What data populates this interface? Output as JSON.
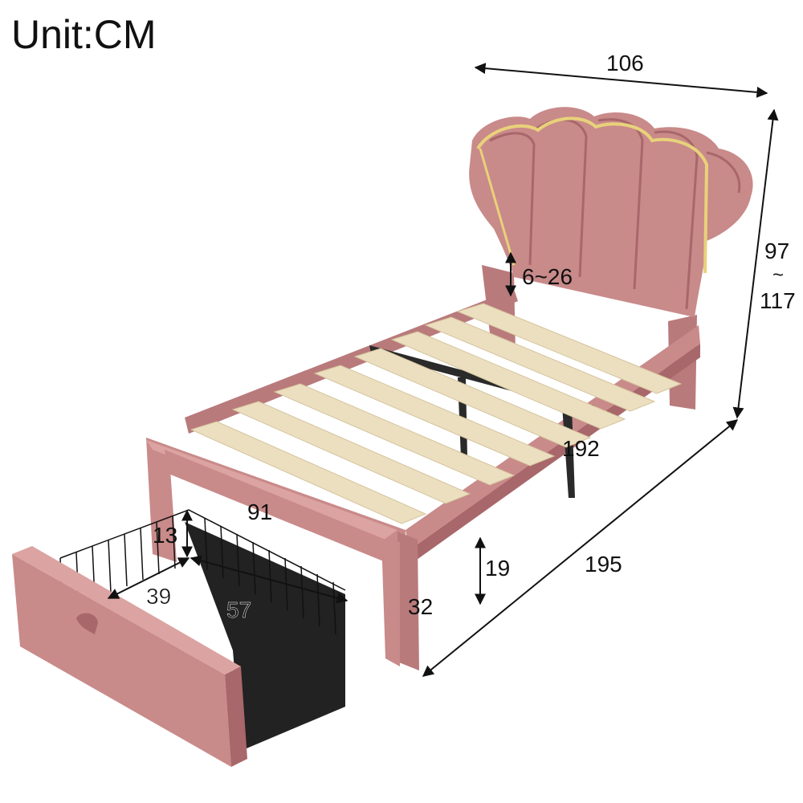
{
  "unit_label": "Unit:CM",
  "dimensions": {
    "headboard_width": "106",
    "total_height_top": "97",
    "total_height_sep": "~",
    "total_height_bottom": "117",
    "headboard_clearance": "6~26",
    "inner_length": "192",
    "outer_length": "195",
    "bed_width": "91",
    "under_bed_clearance": "19",
    "frame_height": "32",
    "drawer_height": "13",
    "drawer_width": "39",
    "drawer_length": "57"
  },
  "colors": {
    "velvet": "#c98a8a",
    "velvet_dark": "#a8676a",
    "velvet_light": "#dba3a1",
    "slat": "#ecdfc0",
    "metal": "#2a2a2a",
    "led": "#e8d27a"
  }
}
